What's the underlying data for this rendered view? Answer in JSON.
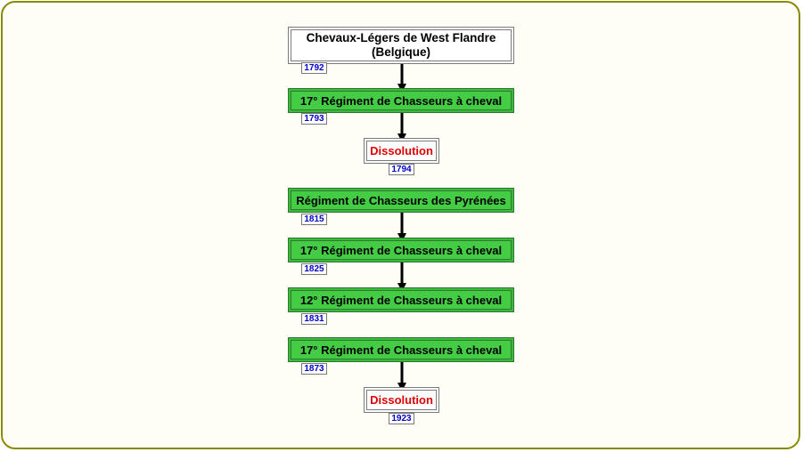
{
  "nodes": [
    {
      "label": "Chevaux-Légers de West Flandre\n(Belgique)",
      "year": "1792",
      "style": "white"
    },
    {
      "label": "17° Régiment de Chasseurs à cheval",
      "year": "1793",
      "style": "green"
    },
    {
      "label": "Dissolution",
      "year": "1794",
      "style": "dissolution"
    },
    {
      "label": "Régiment de Chasseurs des Pyrénées",
      "year": "1815",
      "style": "green"
    },
    {
      "label": "17° Régiment de Chasseurs à cheval",
      "year": "1825",
      "style": "green"
    },
    {
      "label": "12° Régiment de Chasseurs à cheval",
      "year": "1831",
      "style": "green"
    },
    {
      "label": "17° Régiment de Chasseurs à cheval",
      "year": "1873",
      "style": "green"
    },
    {
      "label": "Dissolution",
      "year": "1923",
      "style": "dissolution"
    }
  ],
  "colors": {
    "frame": "#8a8a00",
    "green": "#44cc44",
    "dissolution": "#e00000",
    "year": "#0000cc"
  }
}
